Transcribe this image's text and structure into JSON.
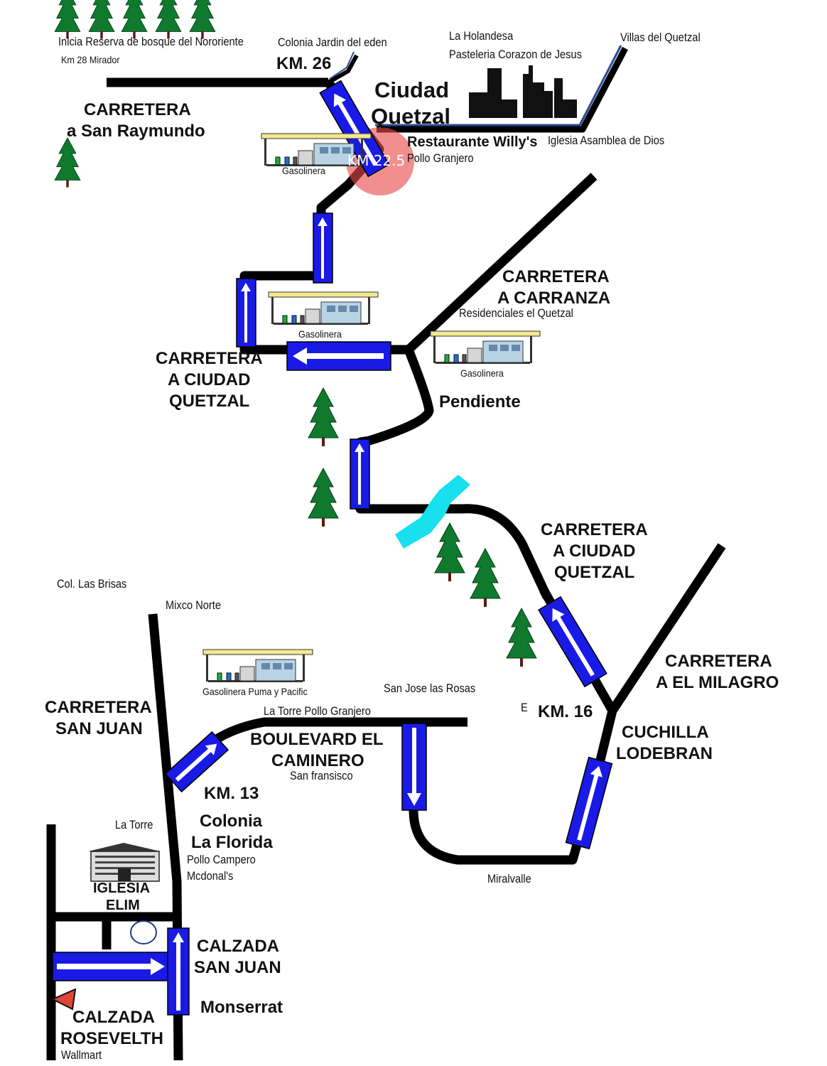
{
  "labels": {
    "reserva": "Inicia Reserva de bosque del  Nororiente",
    "mirador": "Km 28 Mirador",
    "jardin": "Colonia Jardin del eden",
    "km26": "KM. 26",
    "holandesa": "La Holandesa",
    "pasteleria": "Pasteleria Corazon de Jesus",
    "villas": "Villas del Quetzal",
    "ciudad": "Ciudad",
    "quetzal": "Quetzal",
    "raymundo_1": "CARRETERA",
    "raymundo_2": "a San Raymundo",
    "willys": "Restaurante Willy's",
    "iglesia_asamblea": "Iglesia Asamblea de Dios",
    "km225": "KM 22.5",
    "pollo_granjero_top": "Pollo Granjero",
    "gasolinera": "Gasolinera",
    "carranza_1": "CARRETERA",
    "carranza_2": "A CARRANZA",
    "residenciales": "Residenciales el Quetzal",
    "cq1_1": "CARRETERA",
    "cq1_2": "A CIUDAD",
    "cq1_3": "QUETZAL",
    "pendiente": "Pendiente",
    "cq2_1": "CARRETERA",
    "cq2_2": "A CIUDAD",
    "cq2_3": "QUETZAL",
    "brisas": "Col. Las Brisas",
    "mixco": "Mixco Norte",
    "gasolinera_puma": "Gasolinera Puma y Pacific",
    "san_jose": "San Jose las Rosas",
    "milagro_1": "CARRETERA",
    "milagro_2": "A EL MILAGRO",
    "e_mark": "E",
    "km16": "KM. 16",
    "sanjuan_1": "CARRETERA",
    "sanjuan_2": "SAN JUAN",
    "la_torre_pollo": "La  Torre  Pollo Granjero",
    "boulevard_1": "BOULEVARD EL",
    "boulevard_2": "CAMINERO",
    "san_fransisco": "San fransisco",
    "cuchilla_1": "CUCHILLA",
    "cuchilla_2": "LODEBRAN",
    "km13": "KM. 13",
    "la_torre": "La Torre",
    "florida_1": "Colonia",
    "florida_2": "La Florida",
    "campero": "Pollo Campero",
    "mcdonals": "Mcdonal's",
    "iglesia_1": "IGLESIA",
    "iglesia_2": "ELIM",
    "miralvalle": "Miralvalle",
    "calzada_sj_1": "CALZADA",
    "calzada_sj_2": "SAN JUAN",
    "monserrat": "Monserrat",
    "roosevelt_1": "CALZADA",
    "roosevelt_2": "ROSEVELTH",
    "wallmart": "Wallmart"
  },
  "colors": {
    "road": "#000000",
    "arrow_fill": "#1a1ae6",
    "arrow_inner": "#ffffff",
    "river": "#18e0ee",
    "tree": "#0f7a2e",
    "trunk": "#5b1a10",
    "highlight": "#e84b4b",
    "secondary_road": "#1a3a8a",
    "station_roof": "#f2e890"
  }
}
